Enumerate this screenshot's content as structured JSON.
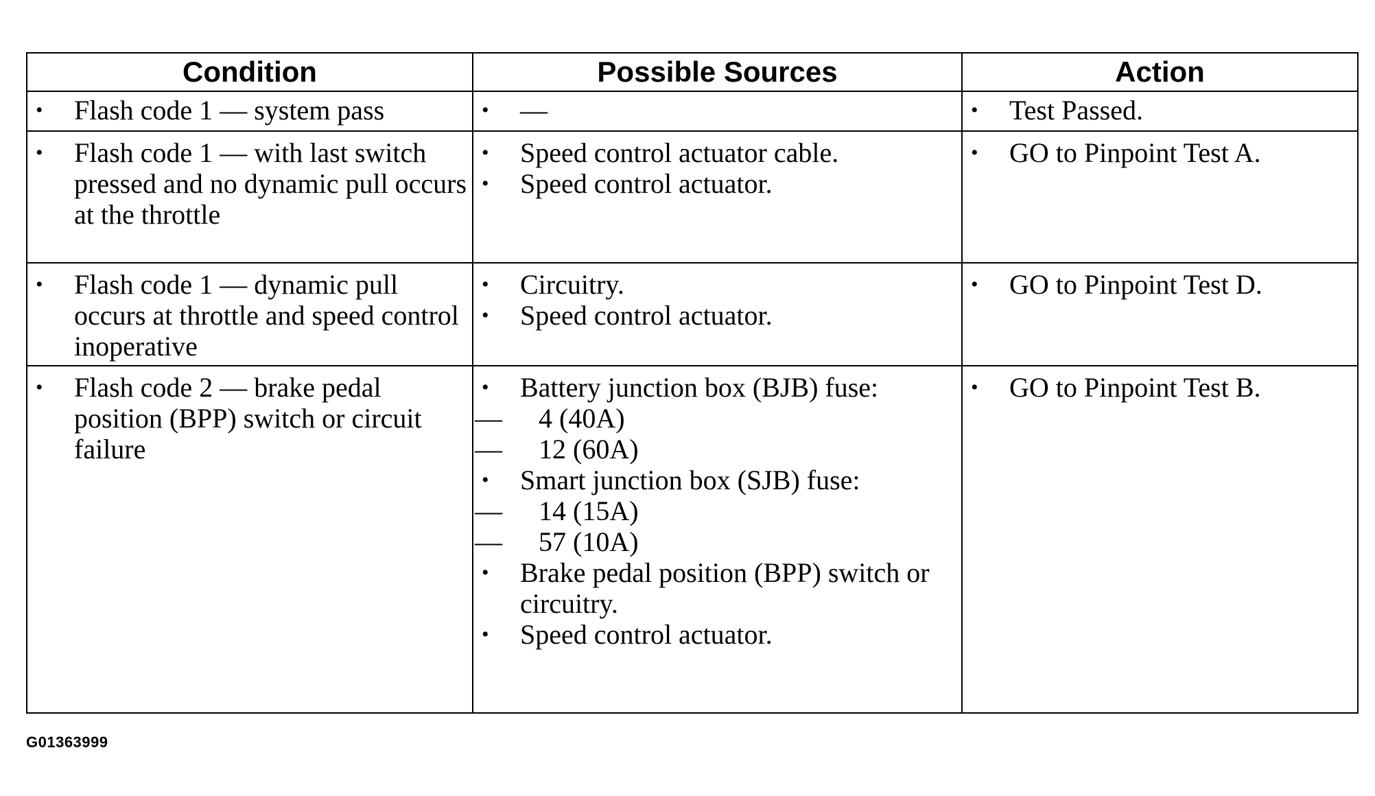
{
  "table": {
    "headers": {
      "condition": "Condition",
      "sources": "Possible Sources",
      "action": "Action"
    },
    "rows": [
      {
        "condition": "Flash code 1 — system pass",
        "sources": [
          {
            "text": "—",
            "fuses": []
          }
        ],
        "action": "Test Passed."
      },
      {
        "condition": "Flash code 1 — with last switch pressed and no dynamic pull occurs at the throttle",
        "sources": [
          {
            "text": "Speed control actuator cable.",
            "fuses": []
          },
          {
            "text": "Speed control actuator.",
            "fuses": []
          }
        ],
        "action": "GO to Pinpoint Test A."
      },
      {
        "condition": "Flash code 1 — dynamic pull occurs at throttle and speed control inoperative",
        "sources": [
          {
            "text": "Circuitry.",
            "fuses": []
          },
          {
            "text": "Speed control actuator.",
            "fuses": []
          }
        ],
        "action": "GO to Pinpoint Test D."
      },
      {
        "condition": "Flash code 2 — brake pedal position (BPP) switch or circuit failure",
        "sources": [
          {
            "text": "Battery junction box (BJB) fuse:",
            "fuses": [
              "4 (40A)",
              "12 (60A)"
            ]
          },
          {
            "text": "Smart junction box (SJB) fuse:",
            "fuses": [
              "14 (15A)",
              "57 (10A)"
            ]
          },
          {
            "text": "Brake pedal position (BPP) switch or circuitry.",
            "fuses": []
          },
          {
            "text": "Speed control actuator.",
            "fuses": []
          }
        ],
        "action": "GO to Pinpoint Test B."
      }
    ]
  },
  "figure_id": "G01363999",
  "glyphs": {
    "bullet": "•",
    "dash": "—"
  }
}
